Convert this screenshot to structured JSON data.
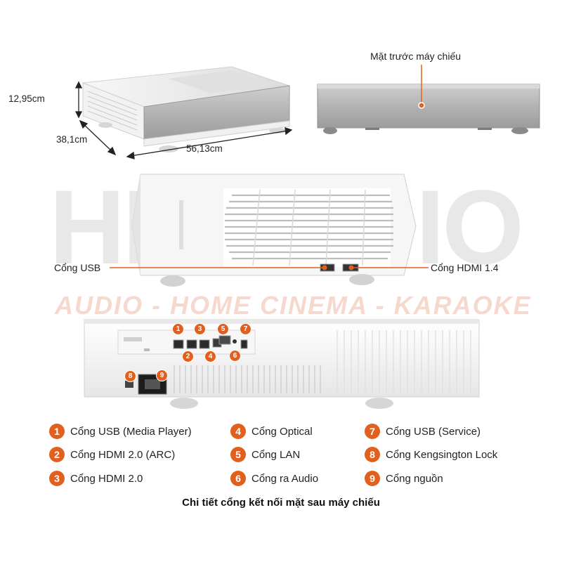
{
  "watermark": {
    "logo": "HDRADIO",
    "subtitle": "AUDIO - HOME CINEMA - KARAOKE"
  },
  "dimensions": {
    "height": "12,95cm",
    "depth": "38,1cm",
    "width": "56,13cm"
  },
  "callouts": {
    "front": "Mặt trước máy chiếu",
    "usb": "Cổng USB",
    "hdmi": "Cổng HDMI 1.4"
  },
  "port_badges": [
    "1",
    "2",
    "3",
    "4",
    "5",
    "6",
    "7",
    "8",
    "9"
  ],
  "legend": [
    {
      "num": "1",
      "label": "Cổng USB (Media Player)"
    },
    {
      "num": "2",
      "label": "Cổng HDMI 2.0 (ARC)"
    },
    {
      "num": "3",
      "label": "Cổng HDMI 2.0"
    },
    {
      "num": "4",
      "label": "Cổng Optical"
    },
    {
      "num": "5",
      "label": "Cổng LAN"
    },
    {
      "num": "6",
      "label": "Cổng ra Audio"
    },
    {
      "num": "7",
      "label": "Cổng USB (Service)"
    },
    {
      "num": "8",
      "label": "Cổng Kengsington Lock"
    },
    {
      "num": "9",
      "label": "Cổng nguồn"
    }
  ],
  "caption": "Chi tiết cổng kết nối mặt sau máy chiếu",
  "colors": {
    "accent": "#e2601e",
    "body_white": "#f4f4f4",
    "fabric_grey": "#b9b9b9"
  }
}
